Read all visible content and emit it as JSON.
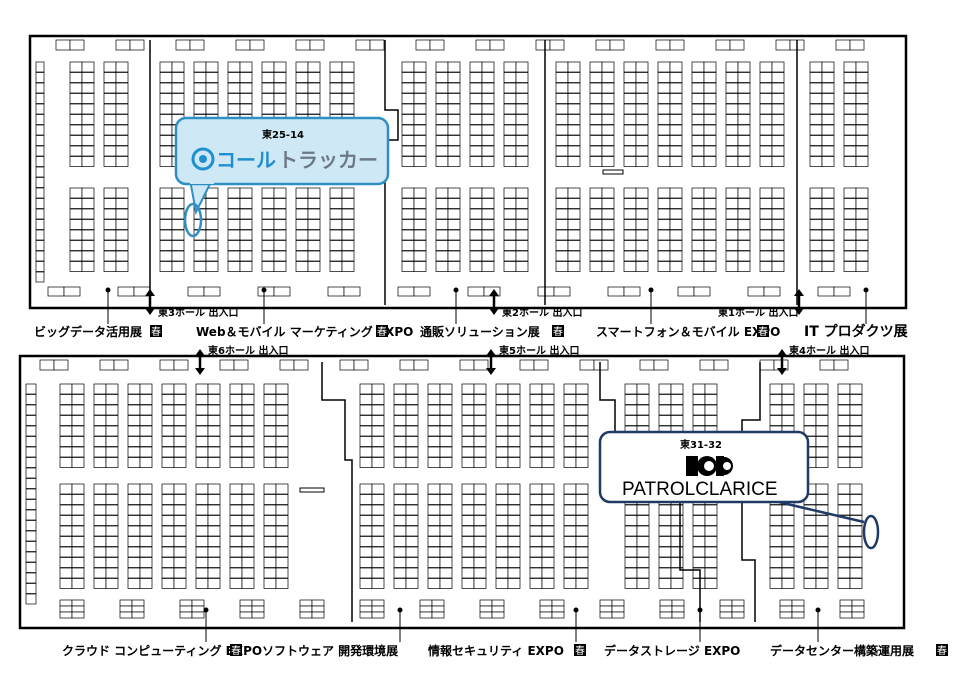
{
  "map": {
    "upper_hall_labels": [
      "東3ホール 出入口",
      "東2ホール 出入口",
      "東1ホール 出入口"
    ],
    "lower_hall_labels": [
      "東6ホール 出入口",
      "東5ホール 出入口",
      "東4ホール 出入口"
    ],
    "upper_exhibitions": [
      {
        "label": "ビッグデータ活用展",
        "spring_badge": true
      },
      {
        "label": "Web＆モバイル マーケティング EXPO",
        "spring_badge": true
      },
      {
        "label": "通販ソリューション展",
        "spring_badge": true
      },
      {
        "label": "スマートフォン＆モバイル EXPO",
        "spring_badge": true
      },
      {
        "label": "IT プロダクツ展",
        "spring_badge": false
      }
    ],
    "lower_exhibitions": [
      {
        "label": "クラウド コンピューティング EXPO",
        "spring_badge": true
      },
      {
        "label": "ソフトウェア 開発環境展",
        "spring_badge": false
      },
      {
        "label": "情報セキュリティ EXPO",
        "spring_badge": true
      },
      {
        "label": "データストレージ EXPO",
        "spring_badge": false
      },
      {
        "label": "データセンター構築運用展",
        "spring_badge": true
      }
    ],
    "spring_badge_text": "春",
    "callouts": [
      {
        "booth": "東25-14",
        "company_prefix": "コール",
        "company_suffix": "トラッカー"
      },
      {
        "booth": "東31-32",
        "company": "PATROLCLARICE"
      }
    ],
    "colors": {
      "callout_border": "#2f8fc4",
      "callout_fill": "#cfe8f6",
      "logo_blue": "#1f8fd0",
      "logo_grey": "#6d7a85",
      "patrol_border": "#1f3a64"
    }
  }
}
